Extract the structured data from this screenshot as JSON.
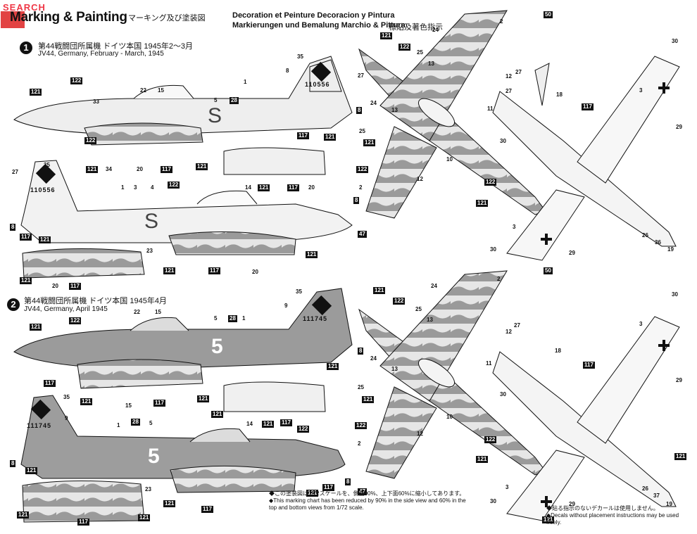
{
  "header": {
    "watermark": "SEARCH",
    "title": "Marking & Painting",
    "title_ja": "マーキング及び塗装図",
    "title_fr_es_it": "Decoration et Peinture Decoracion y Pintura",
    "title_de_it": "Markierungen und Bemalung Marchio & Pittura",
    "title_cn": "標貼及著色指示"
  },
  "sections": [
    {
      "badge": "1",
      "title_ja": "第44戦闘団所属機 ドイツ本国 1945年2～3月",
      "title_en": "JV44, Germany, February - March, 1945",
      "serial": "110556",
      "code": "S"
    },
    {
      "badge": "2",
      "title_ja": "第44戦闘団所属機 ドイツ本国 1945年4月",
      "title_en": "JV44, Germany, April 1945",
      "serial": "111745",
      "code": "5"
    }
  ],
  "callouts": {
    "c121": "121",
    "c122": "122",
    "c117": "117",
    "c8": "8",
    "c47": "47",
    "c50": "50",
    "c2": "2",
    "c3": "3",
    "c5": "5",
    "c9": "9",
    "c10": "10",
    "c11": "11",
    "c12": "12",
    "c13": "13",
    "c14": "14",
    "c15": "15",
    "c18": "18",
    "c19": "19",
    "c20": "20",
    "c22": "22",
    "c23": "23",
    "c24": "24",
    "c25": "25",
    "c26": "26",
    "c27": "27",
    "c28": "28",
    "c29": "29",
    "c30": "30",
    "c33": "33",
    "c34": "34",
    "c35": "35",
    "c36": "36",
    "c37": "37",
    "c1": "1",
    "c4": "4"
  },
  "notes": {
    "n1": "◆この塗装図は1/72スケールを、側面90%、上下面60%に縮小してあります。",
    "n2": "◆This marking chart has been reduced by 90% in the side view and 60% in the",
    "n3": "top and bottom views from 1/72 scale.",
    "n4": "◆貼る指示のないデカールは使用しません。",
    "n5": "◆Decals without placement instructions may be used freely."
  },
  "colors": {
    "ink": "#111111",
    "camo_grey": "#8a8a8a",
    "light_grey": "#d8d8d8",
    "watermark": "#e22233"
  }
}
